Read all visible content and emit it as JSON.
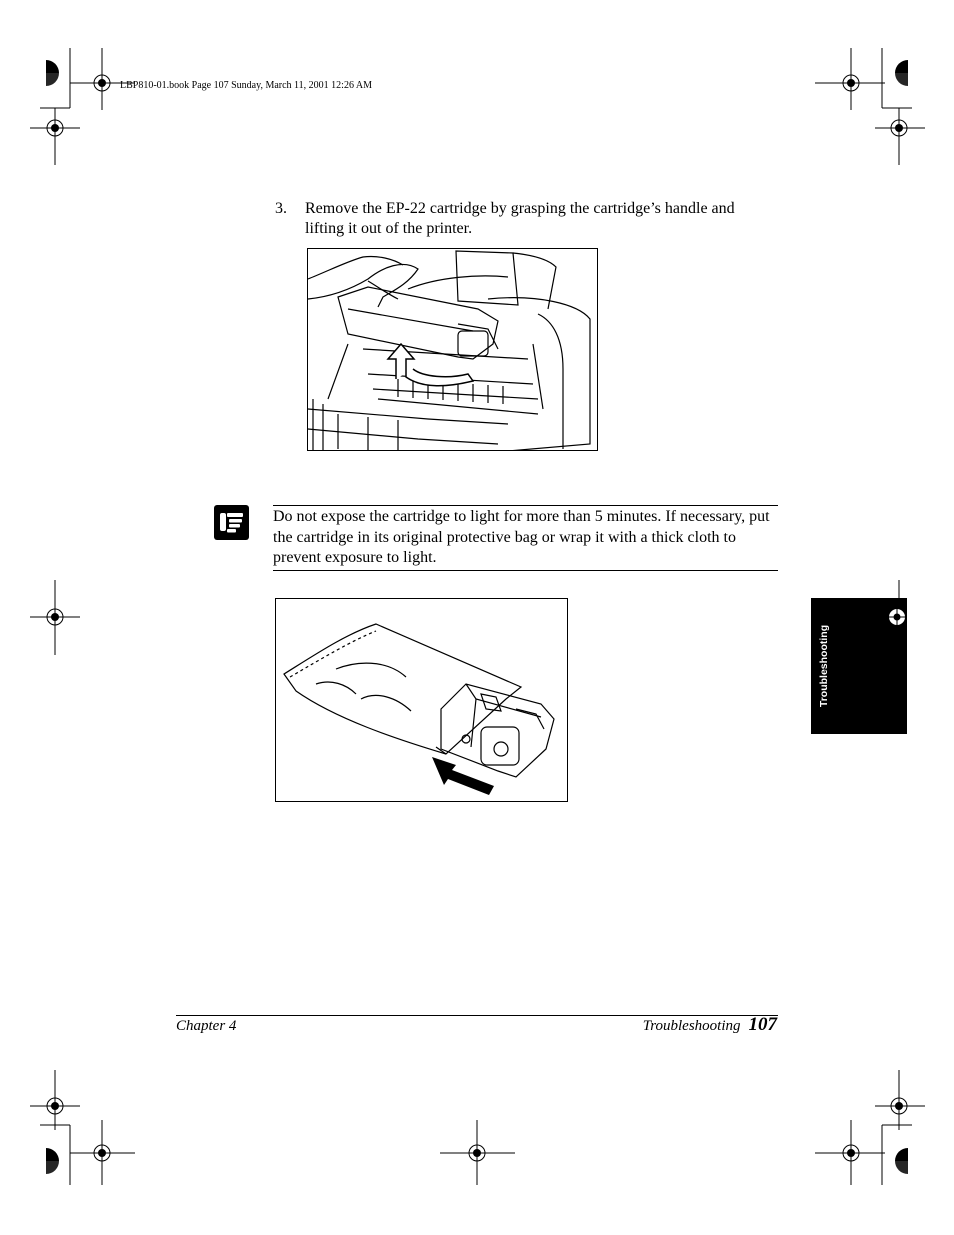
{
  "header": {
    "book_info": "LBP810-01.book  Page 107  Sunday, March 11, 2001  12:26 AM"
  },
  "step": {
    "number": "3.",
    "text": "Remove the EP-22 cartridge by grasping the cartridge’s handle and lifting it out of the printer."
  },
  "note": {
    "icon": "note-hand-icon",
    "text": "Do not expose the cartridge to light for more than 5 minutes. If necessary, put the cartridge in its original protective bag or wrap it with a thick cloth to prevent exposure to light."
  },
  "side_tab": {
    "label": "Troubleshooting"
  },
  "footer": {
    "chapter": "Chapter 4",
    "section": "Troubleshooting",
    "page_number": "107"
  }
}
